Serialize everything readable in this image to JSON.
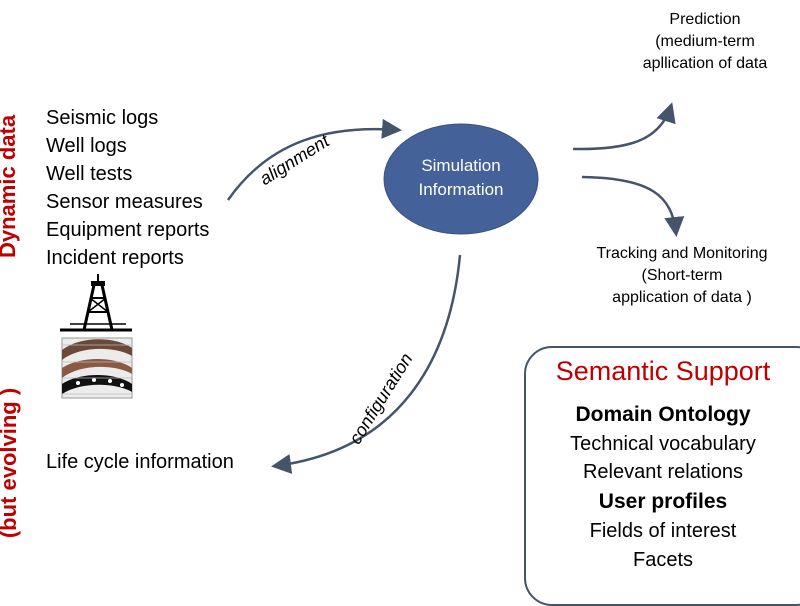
{
  "side_labels": {
    "top": "Dynamic data",
    "bottom": "(but evolving )"
  },
  "data_sources": [
    "Seismic logs",
    "Well logs",
    "Well tests",
    "Sensor measures",
    "Equipment reports",
    "Incident reports"
  ],
  "lifecycle": "Life cycle information",
  "simulation": {
    "line1": "Simulation",
    "line2": "Information"
  },
  "edge_labels": {
    "alignment": "alignment",
    "configuration": "configuration"
  },
  "prediction": {
    "line1": "Prediction",
    "line2": "(medium-term",
    "line3": "apllication of data"
  },
  "tracking": {
    "line1": "Tracking and Monitoring",
    "line2": "(Short-term",
    "line3": "application of data )"
  },
  "semantic_support": {
    "title": "Semantic Support",
    "ontology_heading": "Domain Ontology",
    "ontology_items": [
      "Technical vocabulary",
      "Relevant relations"
    ],
    "profiles_heading": "User profiles",
    "profile_items": [
      "Fields of interest",
      "Facets"
    ]
  },
  "colors": {
    "accent": "#c00000",
    "arrow": "#44546a",
    "node_fill": "#44619a",
    "border": "#44546a"
  },
  "icons": [
    "oil-derrick-icon",
    "rock-strata-icon"
  ]
}
